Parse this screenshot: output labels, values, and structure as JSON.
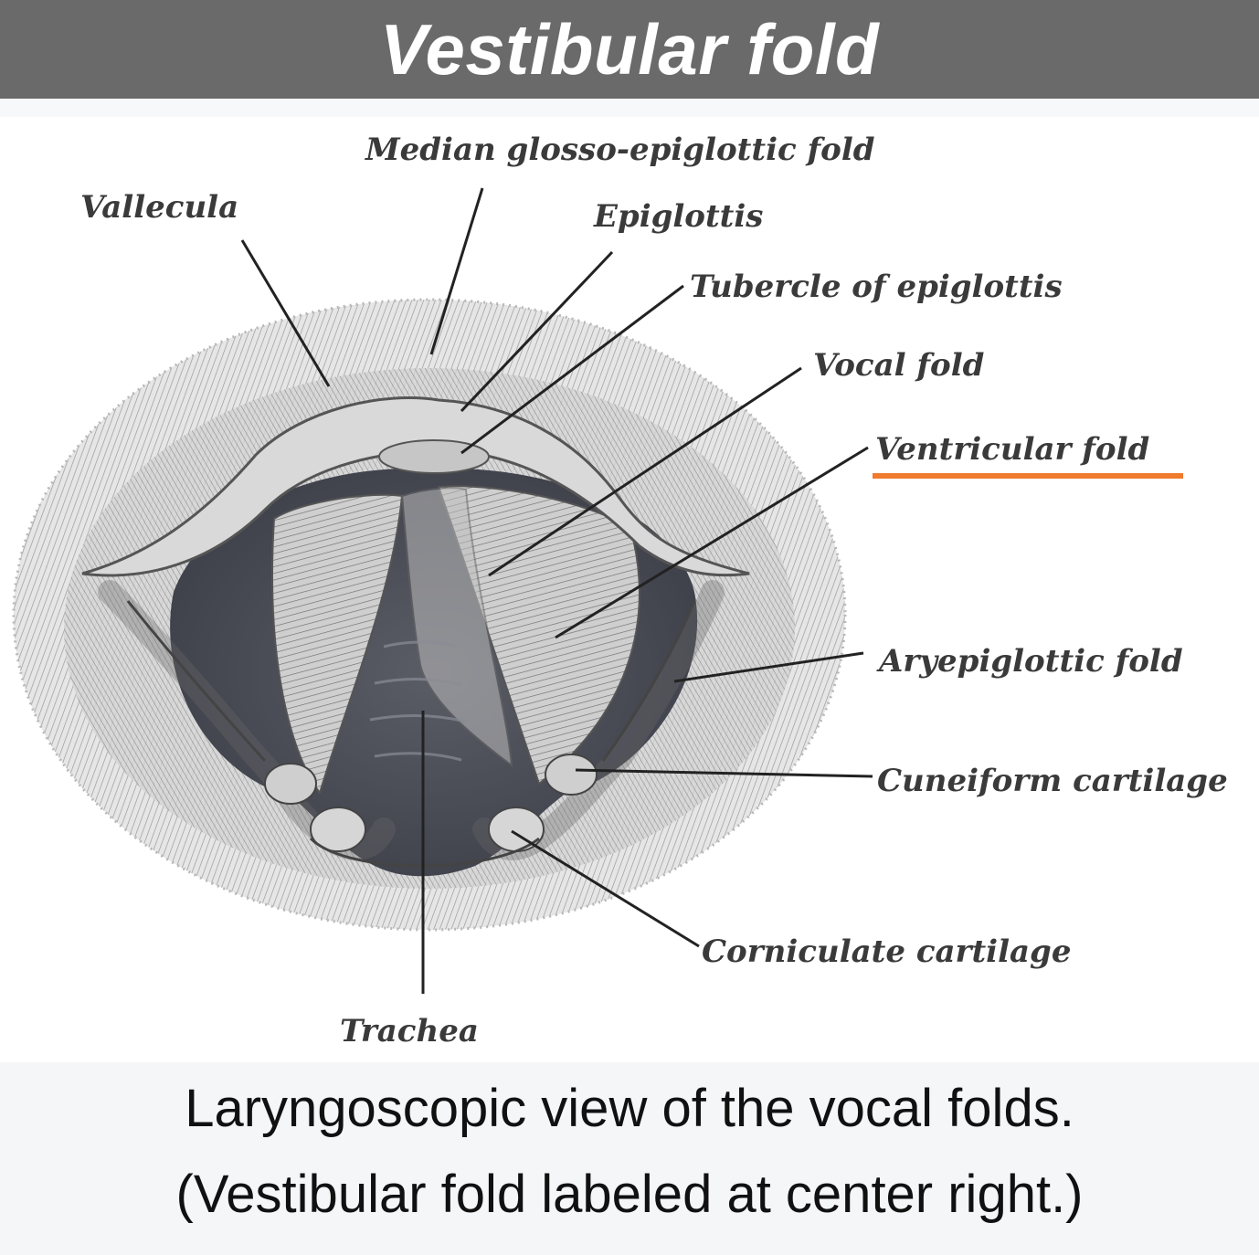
{
  "title": "Vestibular fold",
  "labels": {
    "median_glosso_epiglottic_fold": "Median glosso-epiglottic fold",
    "vallecula": "Vallecula",
    "epiglottis": "Epiglottis",
    "tubercle_of_epiglottis": "Tubercle of epiglottis",
    "vocal_fold": "Vocal fold",
    "ventricular_fold": "Ventricular fold",
    "aryepiglottic_fold": "Aryepiglottic fold",
    "cuneiform_cartilage": "Cuneiform cartilage",
    "corniculate_cartilage": "Corniculate cartilage",
    "trachea": "Trachea"
  },
  "caption": {
    "line1": "Laryngoscopic view of the vocal folds.",
    "line2": "(Vestibular fold labeled at center right.)"
  },
  "colors": {
    "title_bar": "#6a6a6a",
    "highlight_underline": "#f07a2e"
  }
}
